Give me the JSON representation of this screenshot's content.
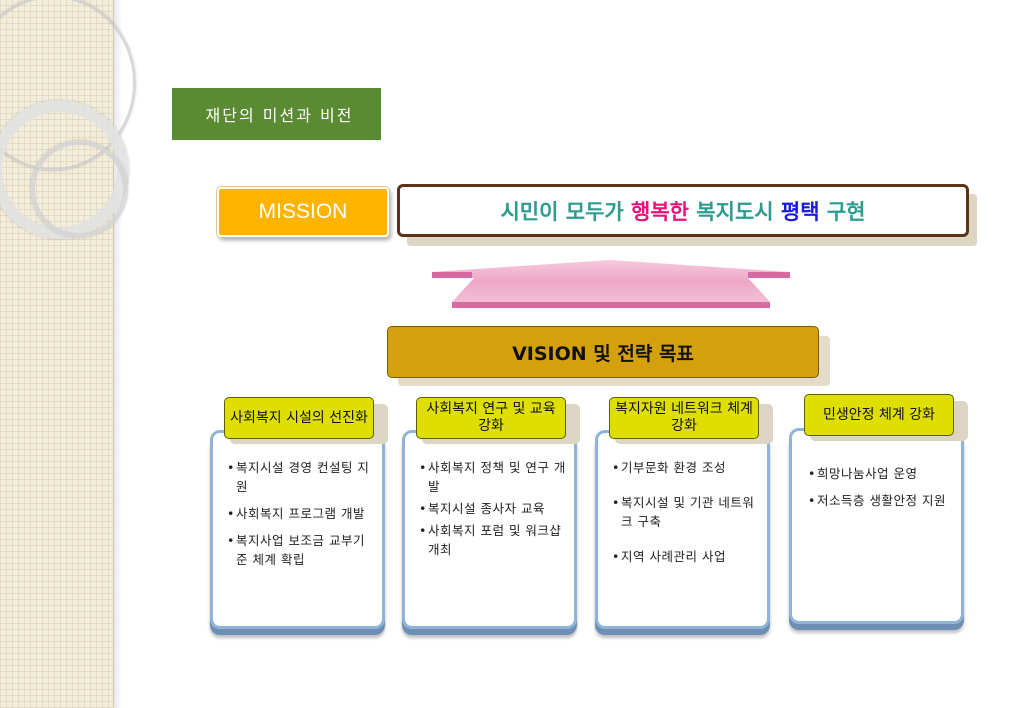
{
  "title": "재단의 미션과 비전",
  "mission": {
    "label": "MISSION",
    "statement": [
      {
        "text": "시민이 모두가 ",
        "color": "#2b9c8e"
      },
      {
        "text": "행복한",
        "color": "#e4147c"
      },
      {
        "text": " 복지도시 ",
        "color": "#2b9c8e"
      },
      {
        "text": "평택",
        "color": "#1a1ae6"
      },
      {
        "text": " 구현",
        "color": "#2b9c8e"
      }
    ]
  },
  "vision": {
    "label": "VISION 및 전략 목표"
  },
  "columns": [
    {
      "title": "사회복지 시설의 선진화",
      "items": [
        "복지시설 경영 컨설팅 지원",
        "사회복지 프로그램 개발",
        "복지사업 보조금 교부기준 체계 확립"
      ]
    },
    {
      "title": "사회복지 연구 및 교육강화",
      "items": [
        "사회복지 정책 및 연구 개발",
        "복지시설 종사자 교육",
        "사회복지 포럼 및 워크샵 개최"
      ]
    },
    {
      "title": "복지자원 네트워크 체계 강화",
      "items": [
        "기부문화 환경 조성",
        "복지시설 및 기관 네트워크 구축",
        "지역 사례관리 사업"
      ]
    },
    {
      "title": "민생안정 체계 강화",
      "items": [
        "희망나눔사업 운영",
        "저소득층 생활안정 지원"
      ]
    }
  ],
  "colors": {
    "title_bg": "#5a8a32",
    "mission_label_bg": "#ffb400",
    "vision_bg": "#d4a10c",
    "column_label_bg": "#dede00",
    "column_border": "#8fb4da",
    "arrow": "#e47ab0"
  }
}
